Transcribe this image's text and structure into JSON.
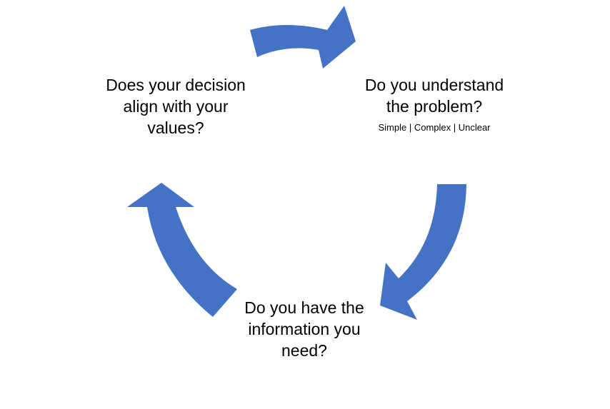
{
  "colors": {
    "arrow_fill": "#4472C4",
    "background": "#FFFFFF",
    "text": "#000000"
  },
  "diagram": {
    "type": "cycle",
    "nodes": [
      {
        "id": "values",
        "lines": [
          "Does your decision",
          "align with your",
          "values?"
        ]
      },
      {
        "id": "problem",
        "lines": [
          "Do you understand",
          "the problem?"
        ],
        "sublabel": "Simple | Complex | Unclear"
      },
      {
        "id": "information",
        "lines": [
          "Do you have the",
          "information you",
          "need?"
        ]
      }
    ],
    "arrows": [
      {
        "from": "values",
        "to": "problem",
        "icon": "curved-arrow-right"
      },
      {
        "from": "problem",
        "to": "information",
        "icon": "curved-arrow-down-left"
      },
      {
        "from": "information",
        "to": "values",
        "icon": "curved-arrow-up"
      }
    ]
  }
}
